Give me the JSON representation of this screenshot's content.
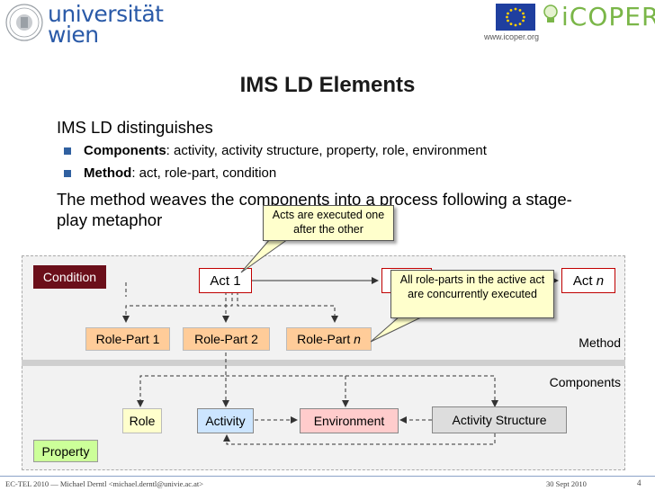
{
  "header": {
    "logo_univ_line1": "universität",
    "logo_univ_line2": "wien",
    "url": "www.icoper.org",
    "icoper_logo": "iCOPER"
  },
  "slide": {
    "title": "IMS LD Elements",
    "line1": "IMS LD distinguishes",
    "b1_bold": "Components",
    "b1_rest": ": activity, activity structure, property, role, environment",
    "b2_bold": "Method",
    "b2_rest": ": act, role-part, condition",
    "line2a": "The method weaves the components into a process following a stage-",
    "line2b": "play metaphor"
  },
  "diagram": {
    "condition": "Condition",
    "act1": "Act 1",
    "act2_hidden": "Act 2",
    "actn_label": "Act ",
    "actn_italic": "n",
    "rolepart1": "Role-Part 1",
    "rolepart2": "Role-Part 2",
    "rolepartn_label": "Role-Part ",
    "rolepartn_italic": "n",
    "method_label": "Method",
    "components_label": "Components",
    "role": "Role",
    "activity": "Activity",
    "environment": "Environment",
    "activity_structure": "Activity Structure",
    "property": "Property"
  },
  "callouts": {
    "acts": "Acts are executed one after the other",
    "roleparts": "All role-parts in the active act are concurrently executed"
  },
  "footer": {
    "left": "EC-TEL 2010 — Michael Derntl <michael.derntl@univie.ac.at>",
    "date": "30 Sept 2010",
    "page": "4"
  },
  "colors": {
    "condition_bg": "#6b0f1a",
    "act_border": "#c00000",
    "rolepart_bg": "#ffcc99",
    "activity_bg": "#cce5ff",
    "environment_bg": "#ffcccc",
    "activity_structure_bg": "#dddddd",
    "property_bg": "#ccff99",
    "callout_bg": "#ffffcc"
  }
}
